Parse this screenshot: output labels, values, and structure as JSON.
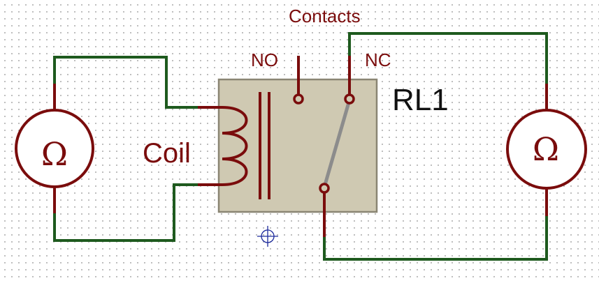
{
  "labels": {
    "contacts": "Contacts",
    "no": "NO",
    "nc": "NC",
    "relay": "RL1",
    "coil": "Coil"
  },
  "meters": {
    "left_symbol": "Ω",
    "right_symbol": "Ω"
  },
  "colors": {
    "wire": "#1e5a1e",
    "component_outline": "#7a0c0c",
    "relay_fill": "#cfc9b2",
    "relay_border": "#8a8573",
    "switch_arm": "#8c8c8c",
    "origin_marker": "#1c2a9c",
    "label_text": "#7a0c0c",
    "designator_text": "#111111"
  }
}
